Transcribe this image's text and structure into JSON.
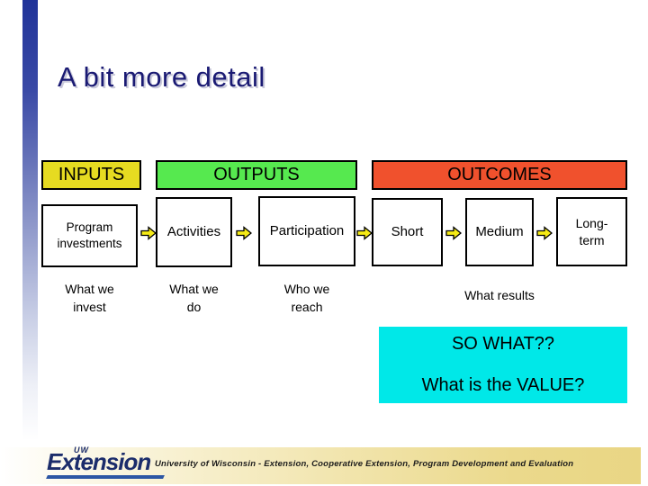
{
  "title": "A bit more detail",
  "colors": {
    "title_navy": "#1a1a73",
    "inputs_bg": "#e6db21",
    "outputs_bg": "#56e94f",
    "outcomes_bg": "#f0512d",
    "callout_bg": "#00e8e8",
    "arrow_yellow": "#f6eb16",
    "accent_bar_top": "#203399",
    "footer_gold": "#e9d684",
    "logo_navy": "#1b2c6b"
  },
  "diagram": {
    "headers": [
      {
        "label": "INPUTS"
      },
      {
        "label": "OUTPUTS"
      },
      {
        "label": "OUTCOMES"
      }
    ],
    "boxes": [
      {
        "label": "Program\ninvestments"
      },
      {
        "label": "Activities"
      },
      {
        "label": "Participation"
      },
      {
        "label": "Short"
      },
      {
        "label": "Medium"
      },
      {
        "label": "Long-\nterm"
      }
    ],
    "sublabels": [
      {
        "label": "What we\ninvest"
      },
      {
        "label": "What we\ndo"
      },
      {
        "label": "Who we\nreach"
      },
      {
        "label": "What results"
      }
    ]
  },
  "callout": {
    "line1": "SO WHAT??",
    "line2": "What is the VALUE?"
  },
  "footer": {
    "logo_superscript": "UW",
    "logo_text": "Extension",
    "text": "University of Wisconsin - Extension, Cooperative Extension, Program Development and Evaluation"
  }
}
